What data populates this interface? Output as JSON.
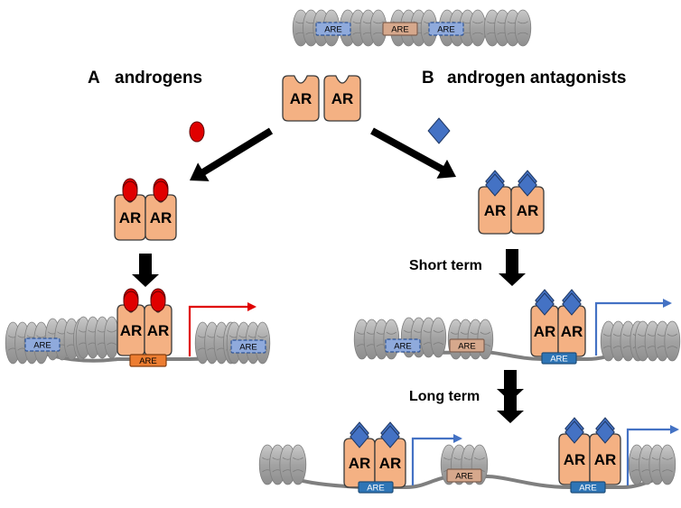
{
  "panel_a": {
    "letter": "A",
    "title": "androgens"
  },
  "panel_b": {
    "letter": "B",
    "title": "androgen antagonists"
  },
  "receptor_label": "AR",
  "element_label": "ARE",
  "short_term_label": "Short term",
  "long_term_label": "Long term",
  "colors": {
    "receptor_fill": "#f4b183",
    "androgen_ligand": "#e00000",
    "antagonist_ligand": "#4472c4",
    "are_active_androgen": "#ed7d31",
    "are_active_antagonist": "#2e75b6",
    "are_inactive": "#d6a88c",
    "are_hidden": "#8faadc",
    "chromatin": "#a6a6a6",
    "transcription_androgen": "#e00000",
    "transcription_antagonist": "#4472c4"
  }
}
